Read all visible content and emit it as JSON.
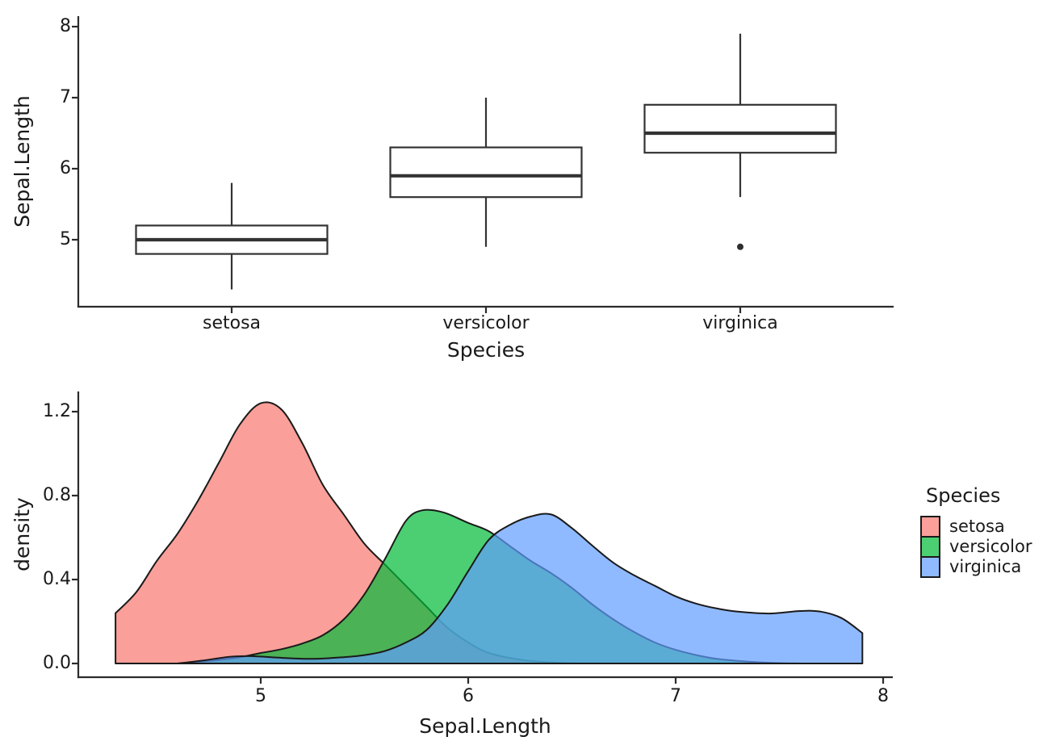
{
  "page": {
    "background": "#ffffff",
    "text_color": "#1a1a1a",
    "axis_color": "#2b2b2b"
  },
  "chart_data": [
    {
      "type": "boxplot",
      "title": "",
      "xlabel": "Species",
      "ylabel": "Sepal.Length",
      "categories": [
        "setosa",
        "versicolor",
        "virginica"
      ],
      "y_ticks": [
        "5",
        "6",
        "7",
        "8"
      ],
      "ylim": [
        4.1,
        8.15
      ],
      "grid": false,
      "box_fill": "#ffffff",
      "box_line_color": "#333333",
      "stats": [
        {
          "species": "setosa",
          "whisker_low": 4.3,
          "q1": 4.8,
          "median": 5.0,
          "q3": 5.2,
          "whisker_high": 5.8,
          "outliers": []
        },
        {
          "species": "versicolor",
          "whisker_low": 4.9,
          "q1": 5.6,
          "median": 5.9,
          "q3": 6.3,
          "whisker_high": 7.0,
          "outliers": []
        },
        {
          "species": "virginica",
          "whisker_low": 5.6,
          "q1": 6.225,
          "median": 6.5,
          "q3": 6.9,
          "whisker_high": 7.9,
          "outliers": [
            4.9
          ]
        }
      ]
    },
    {
      "type": "area",
      "subtype": "density",
      "title": "",
      "xlabel": "Sepal.Length",
      "ylabel": "density",
      "x_ticks": [
        "5",
        "6",
        "7",
        "8"
      ],
      "y_ticks": [
        "0.0",
        "0.4",
        "0.8",
        "1.2"
      ],
      "xlim": [
        4.1,
        8.05
      ],
      "ylim": [
        0,
        1.3
      ],
      "grid": false,
      "fill_alpha": 0.7,
      "line_color": "#1a1a1a",
      "series": [
        {
          "name": "setosa",
          "color": "#F8766D",
          "points": [
            [
              4.3,
              0.24
            ],
            [
              4.4,
              0.34
            ],
            [
              4.5,
              0.49
            ],
            [
              4.6,
              0.62
            ],
            [
              4.7,
              0.78
            ],
            [
              4.8,
              0.96
            ],
            [
              4.9,
              1.14
            ],
            [
              5.0,
              1.24
            ],
            [
              5.1,
              1.21
            ],
            [
              5.2,
              1.05
            ],
            [
              5.3,
              0.85
            ],
            [
              5.4,
              0.71
            ],
            [
              5.5,
              0.57
            ],
            [
              5.6,
              0.47
            ],
            [
              5.7,
              0.37
            ],
            [
              5.8,
              0.27
            ],
            [
              5.9,
              0.17
            ],
            [
              6.0,
              0.1
            ],
            [
              6.1,
              0.05
            ],
            [
              6.25,
              0.018
            ],
            [
              6.4,
              0.005
            ],
            [
              6.55,
              0.0
            ]
          ]
        },
        {
          "name": "versicolor",
          "color": "#00BA38",
          "points": [
            [
              4.6,
              0.0
            ],
            [
              4.75,
              0.012
            ],
            [
              4.9,
              0.03
            ],
            [
              5.0,
              0.05
            ],
            [
              5.1,
              0.068
            ],
            [
              5.2,
              0.095
            ],
            [
              5.3,
              0.135
            ],
            [
              5.4,
              0.21
            ],
            [
              5.5,
              0.33
            ],
            [
              5.6,
              0.5
            ],
            [
              5.7,
              0.68
            ],
            [
              5.78,
              0.73
            ],
            [
              5.88,
              0.72
            ],
            [
              6.0,
              0.67
            ],
            [
              6.1,
              0.63
            ],
            [
              6.2,
              0.56
            ],
            [
              6.3,
              0.49
            ],
            [
              6.4,
              0.43
            ],
            [
              6.5,
              0.36
            ],
            [
              6.6,
              0.28
            ],
            [
              6.7,
              0.21
            ],
            [
              6.8,
              0.15
            ],
            [
              6.9,
              0.1
            ],
            [
              7.0,
              0.065
            ],
            [
              7.1,
              0.04
            ],
            [
              7.2,
              0.022
            ],
            [
              7.35,
              0.009
            ],
            [
              7.5,
              0.002
            ],
            [
              7.6,
              0.0
            ]
          ]
        },
        {
          "name": "virginica",
          "color": "#619CFF",
          "points": [
            [
              4.6,
              0.0
            ],
            [
              4.72,
              0.014
            ],
            [
              4.85,
              0.032
            ],
            [
              4.95,
              0.035
            ],
            [
              5.1,
              0.027
            ],
            [
              5.25,
              0.022
            ],
            [
              5.4,
              0.03
            ],
            [
              5.5,
              0.04
            ],
            [
              5.6,
              0.06
            ],
            [
              5.7,
              0.1
            ],
            [
              5.8,
              0.16
            ],
            [
              5.9,
              0.28
            ],
            [
              6.0,
              0.44
            ],
            [
              6.1,
              0.59
            ],
            [
              6.2,
              0.66
            ],
            [
              6.3,
              0.7
            ],
            [
              6.4,
              0.71
            ],
            [
              6.5,
              0.645
            ],
            [
              6.6,
              0.56
            ],
            [
              6.7,
              0.48
            ],
            [
              6.8,
              0.42
            ],
            [
              6.9,
              0.37
            ],
            [
              7.0,
              0.32
            ],
            [
              7.1,
              0.285
            ],
            [
              7.2,
              0.262
            ],
            [
              7.3,
              0.247
            ],
            [
              7.45,
              0.238
            ],
            [
              7.6,
              0.25
            ],
            [
              7.7,
              0.247
            ],
            [
              7.8,
              0.216
            ],
            [
              7.9,
              0.145
            ]
          ]
        }
      ],
      "legend": {
        "title": "Species",
        "position": "right",
        "entries": [
          {
            "label": "setosa",
            "color": "#F8766D"
          },
          {
            "label": "versicolor",
            "color": "#00BA38"
          },
          {
            "label": "virginica",
            "color": "#619CFF"
          }
        ]
      }
    }
  ]
}
